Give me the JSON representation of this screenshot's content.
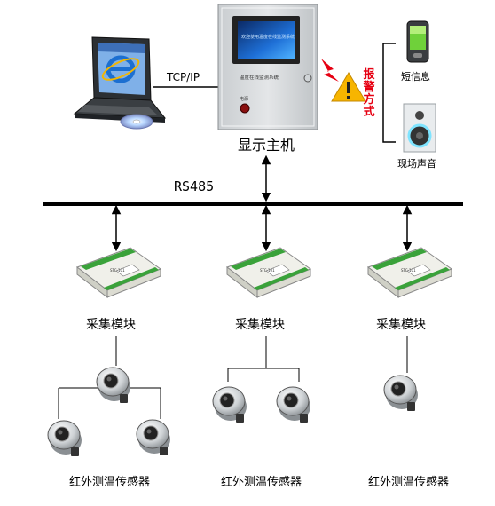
{
  "host": {
    "label": "显示主机",
    "panel_caption": "温度在线监测系统",
    "screen_text": "欢迎使用温度在线监测系统",
    "power_label": "电源"
  },
  "laptop": {
    "link_label": "TCP/IP"
  },
  "bus": {
    "label": "RS485"
  },
  "alarm": {
    "label_chars": [
      "报",
      "警",
      "方",
      "式"
    ],
    "sms_label": "短信息",
    "sound_label": "现场声音",
    "accent_color": "#e60012"
  },
  "modules": [
    {
      "label": "采集模块",
      "chip_text": "STC-101"
    },
    {
      "label": "采集模块",
      "chip_text": "STC-101"
    },
    {
      "label": "采集模块",
      "chip_text": "STC-101"
    }
  ],
  "sensor_groups": [
    {
      "label": "红外测温传感器",
      "count": 3
    },
    {
      "label": "红外测温传感器",
      "count": 2
    },
    {
      "label": "红外测温传感器",
      "count": 1
    }
  ],
  "icons": {
    "laptop": "laptop-icon",
    "browser": "ie-browser-icon",
    "disc": "cd-disc-icon",
    "phone": "mobile-phone-icon",
    "speaker": "speaker-icon",
    "warning": "warning-triangle-icon",
    "lightning": "lightning-bolt-icon",
    "sensor": "infrared-sensor-icon",
    "module": "acquisition-module-icon"
  }
}
